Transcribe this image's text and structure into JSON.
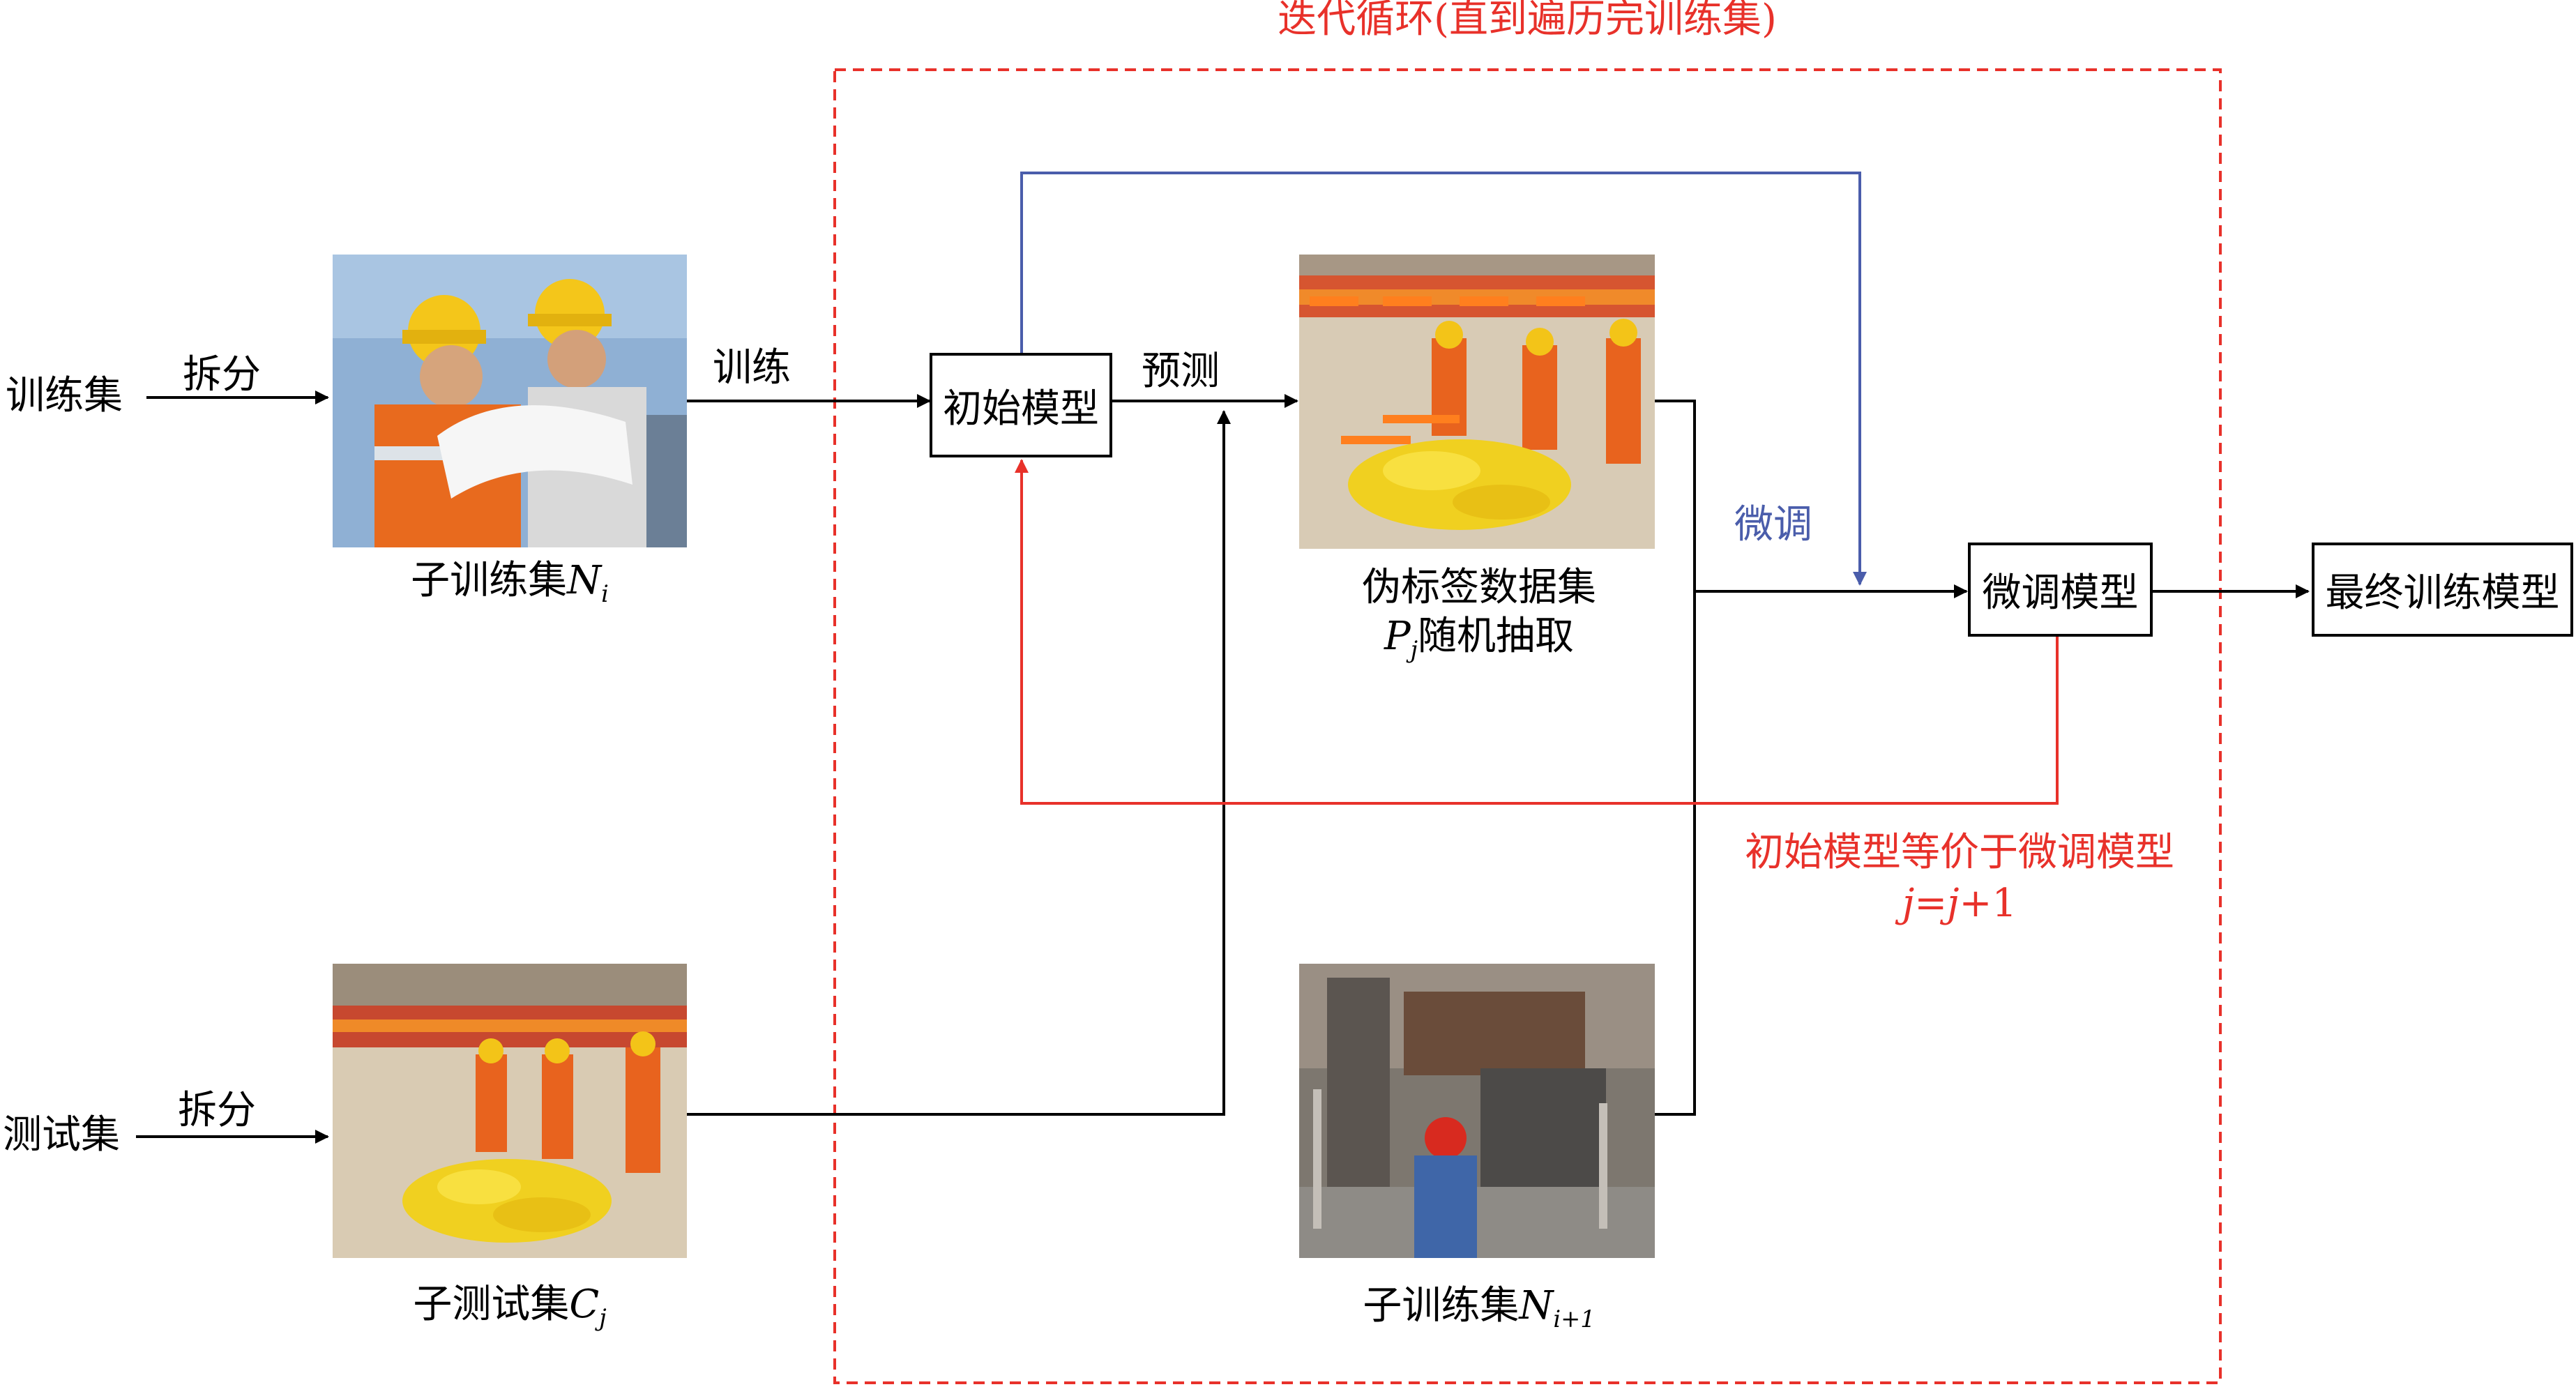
{
  "loop": {
    "title": "迭代循环(直到遍历完训练集)",
    "border_color": "#e8312a"
  },
  "inputs": {
    "train": "训练集",
    "test": "测试集"
  },
  "edges": {
    "split_train": "拆分",
    "split_test": "拆分",
    "train": "训练",
    "predict": "预测",
    "finetune": "微调"
  },
  "nodes": {
    "init_model": "初始模型",
    "finetune_model": "微调模型",
    "final_model": "最终训练模型"
  },
  "images": {
    "sub_train_i": {
      "text": "子训练集",
      "var": "N",
      "sub": "i"
    },
    "sub_test_j": {
      "text": "子测试集",
      "var": "C",
      "sub": "j"
    },
    "pseudo_label": {
      "line1": "伪标签数据集",
      "var": "P",
      "sub": "j",
      "line2": "随机抽取"
    },
    "sub_train_next": {
      "text": "子训练集",
      "var": "N",
      "sub": "i+1"
    }
  },
  "feedback": {
    "line1": "初始模型等价于微调模型",
    "var1": "j",
    "eq": "=",
    "var2": "j",
    "plus": "+1",
    "color": "#e8312a"
  },
  "colors": {
    "blue_path": "#4a5dab",
    "red_path": "#e8312a",
    "black_path": "#000000"
  },
  "icons": [
    "helmet-workers-photo",
    "construction-site-photo",
    "pseudo-label-photo",
    "worker-site-photo"
  ]
}
